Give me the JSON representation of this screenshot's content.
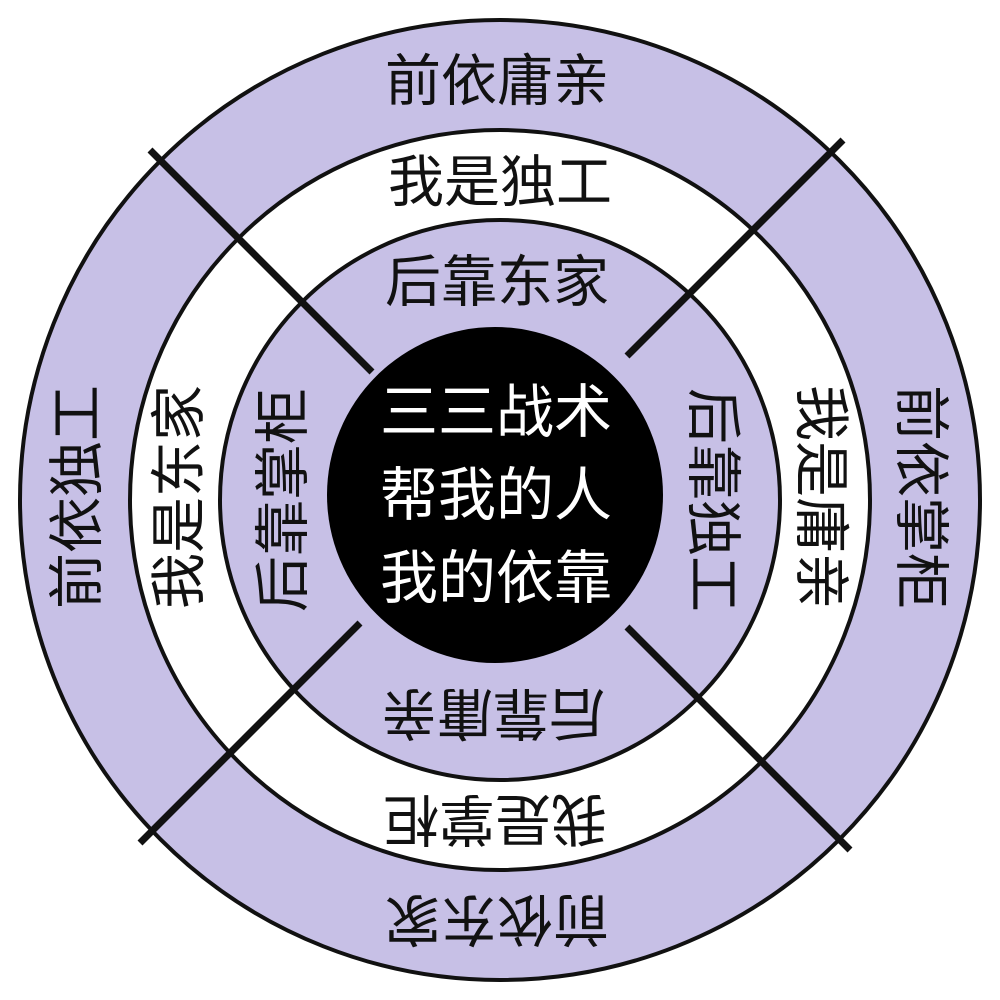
{
  "colors": {
    "outer_ring": "#c7c0e6",
    "middle_ring": "#ffffff",
    "inner_ring": "#c7c0e6",
    "center": "#000000",
    "line": "#111111"
  },
  "center_lines": [
    "三三战术",
    "帮我的人",
    "我的依靠"
  ],
  "rings": {
    "inner": {
      "top": "后靠东家",
      "right": "后靠独工",
      "bottom": "后靠庸亲",
      "left": "后靠掌柜"
    },
    "middle": {
      "top": "我是独工",
      "right": "我是庸亲",
      "bottom": "我是掌柜",
      "left": "我是东家"
    },
    "outer": {
      "top": "前依庸亲",
      "right": "前依掌柜",
      "bottom": "前依东家",
      "left": "前依独工"
    }
  }
}
